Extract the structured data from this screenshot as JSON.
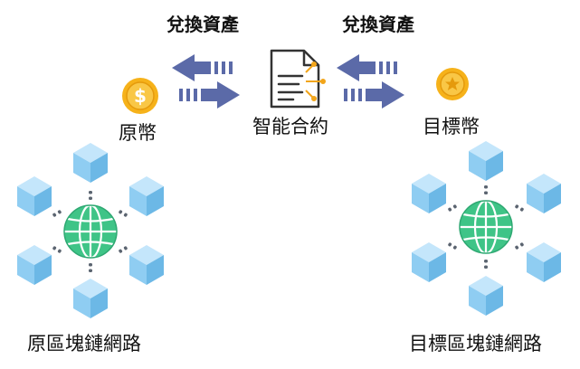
{
  "labels": {
    "swap_left": "兌換資產",
    "swap_right": "兌換資產",
    "source_coin": "原幣",
    "smart_contract": "智能合約",
    "target_coin": "目標幣",
    "source_chain": "原區塊鏈網路",
    "target_chain": "目標區塊鏈網路"
  },
  "icons": {
    "source_coin": "dollar-coin-icon",
    "target_coin": "star-coin-icon",
    "contract": "smart-contract-document-icon",
    "network_hub": "globe-icon",
    "network_node": "cube-icon"
  },
  "colors": {
    "arrow": "#5b6aa8",
    "coin": "#f6b21a",
    "cube_top": "#bfe3fa",
    "cube_left": "#8fcdf2",
    "cube_right": "#6cb8e6",
    "globe": "#3fc487",
    "connector": "#5b6470",
    "contract_accent": "#f2a51a"
  }
}
